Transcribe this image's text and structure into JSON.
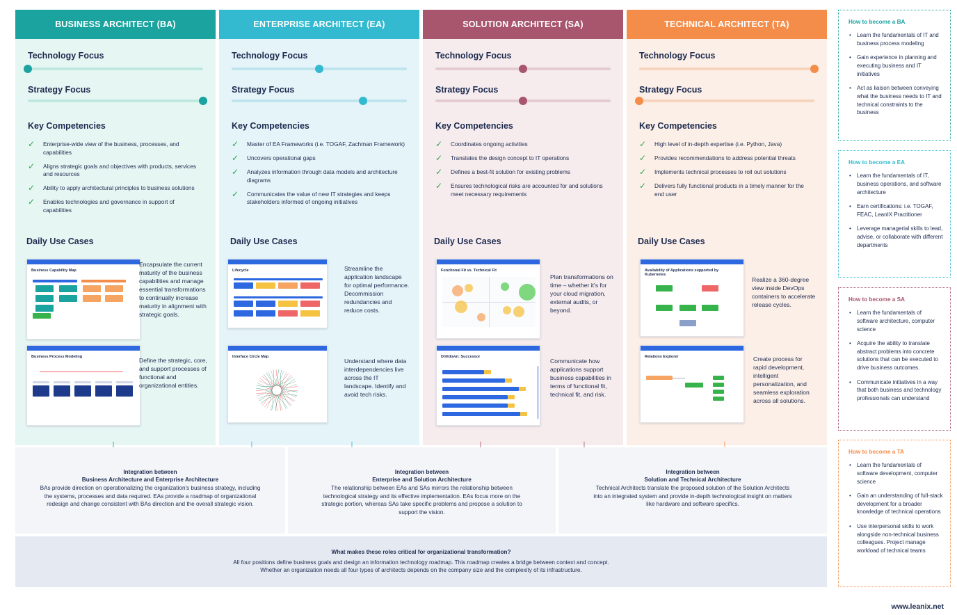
{
  "colors": {
    "ba": "#1aa39f",
    "ea": "#33bad0",
    "sa": "#a7566d",
    "ta": "#f58d4a",
    "ba_bg": "#e6f6f3",
    "ea_bg": "#e4f4f8",
    "sa_bg": "#f6ecee",
    "ta_bg": "#fcefe7"
  },
  "labels": {
    "technology_focus": "Technology Focus",
    "strategy_focus": "Strategy Focus",
    "key_competencies": "Key Competencies",
    "daily_use_cases": "Daily Use Cases"
  },
  "columns": [
    {
      "id": "ba",
      "title": "BUSINESS ARCHITECT (BA)",
      "technology": 0.0,
      "strategy": 1.0,
      "competencies": [
        "Enterprise-wide view of the business, processes, and capabilities",
        "Aligns strategic goals and objectives with products, services and resources",
        "Ability to apply architectural principles to business solutions",
        "Enables technologies and governance in support of capabilities"
      ],
      "cases": [
        {
          "shot": "Business Capability Map",
          "text": "Encapsulate the current maturity of the business capabilities and manage essential transformations to continually increase maturity in alignment with strategic goals."
        },
        {
          "shot": "Business Process Modeling",
          "text": "Define the strategic, core, and support processes of functional and organizational entities."
        }
      ]
    },
    {
      "id": "ea",
      "title": "ENTERPRISE ARCHITECT (EA)",
      "technology": 0.5,
      "strategy": 0.75,
      "competencies": [
        "Master of EA Frameworks (i.e. TOGAF, Zachman Framework)",
        "Uncovers operational gaps",
        "Analyzes information through data models and architecture diagrams",
        "Communicates the value of new IT strategies and keeps stakeholders informed of ongoing initiatives"
      ],
      "cases": [
        {
          "shot": "Lifecycle",
          "text": "Streamline the application landscape for optimal performance. Decommission redundancies and reduce costs."
        },
        {
          "shot": "Interface Circle Map",
          "text": "Understand where data interdependencies live across the IT landscape. Identify and avoid tech risks."
        }
      ]
    },
    {
      "id": "sa",
      "title": "SOLUTION ARCHITECT (SA)",
      "technology": 0.5,
      "strategy": 0.5,
      "competencies": [
        "Coordinates ongoing activities",
        "Translates the design concept to IT operations",
        "Defines a best-fit solution for existing problems",
        "Ensures technological risks are accounted for and solutions meet necessary requirements"
      ],
      "cases": [
        {
          "shot": "Functional Fit vs. Technical Fit",
          "text": "Plan transformations on time – whether it's for your cloud migration, external audits, or beyond."
        },
        {
          "shot": "Drilldown: Successor",
          "text": "Communicate how applications support business capabilities in terms of functional fit, technical fit, and risk."
        }
      ]
    },
    {
      "id": "ta",
      "title": "TECHNICAL ARCHITECT (TA)",
      "technology": 1.0,
      "strategy": 0.0,
      "competencies": [
        "High level of in-depth expertise (i.e. Python, Java)",
        "Provides recommendations to address potential threats",
        "Implements technical processes to roll out solutions",
        "Delivers fully functional products in a timely manner for the end user"
      ],
      "cases": [
        {
          "shot": "Availability of Applications supported by Kubernetes",
          "text": "Realize a 360-degree view inside DevOps containers to accelerate release cycles."
        },
        {
          "shot": "Relations Explorer",
          "text": "Create process for rapid development, intelligent personalization, and seamless exploration across all solutions."
        }
      ]
    }
  ],
  "integrations": [
    {
      "title1": "Integration between",
      "title2": "Business Architecture and Enterprise Architecture",
      "body": "BAs provide direction on operationalizing the organization's business strategy, including the systems, processes and data required. EAs provide a roadmap of organizational redesign and change consistent with BAs direction and the overall strategic vision."
    },
    {
      "title1": "Integration between",
      "title2": "Enterprise and Solution Architecture",
      "body": "The relationship between EAs and SAs mirrors the relationship between technological strategy and its effective implementation. EAs focus more on the strategic portion, whereas SAs take specific problems and propose a solution to support the vision."
    },
    {
      "title1": "Integration between",
      "title2": "Solution and Technical Architecture",
      "body": "Technical Architects translate the proposed solution of the Solution Architects into an integrated system and provide in-depth technological insight on matters like hardware and software specifics."
    }
  ],
  "bottom": {
    "title": "What makes these roles critical for organizational transformation?",
    "line1": "All four positions define business goals and design an information technology roadmap. This roadmap creates a bridge between context and concept.",
    "line2": "Whether an organization needs all four types of architects depends on the company size and the complexity of its infrastructure."
  },
  "sidebar": [
    {
      "title": "How to become a BA",
      "items": [
        "Learn the fundamentals of IT and business process modeling",
        "Gain experience in planning and executing business and IT initiatives",
        "Act as liaison between conveying what the business needs to IT and technical constraints to the business"
      ]
    },
    {
      "title": "How to become a EA",
      "items": [
        "Learn the fundamentals of IT, business operations, and software architecture",
        "Earn certifications: i.e. TOGAF, FEAC, LeanIX Practitioner",
        "Leverage managerial skills to lead, advise, or collaborate with different departments"
      ]
    },
    {
      "title": "How to become a SA",
      "items": [
        "Learn the fundamentals of software architecture, computer science",
        "Acquire the ability to translate abstract problems into concrete solutions that can be executed to drive business outcomes.",
        "Communicate initiatives in a way that both business and technology professionals can understand"
      ]
    },
    {
      "title": "How to become a TA",
      "items": [
        "Learn the fundamentals of software development, computer science",
        "Gain an understanding of full-stack development for a broader knowledge of technical operations",
        "Use interpersonal skills to work alongside non-technical business colleagues. Project manage workload of technical teams"
      ]
    }
  ],
  "footer": "www.leanix.net"
}
